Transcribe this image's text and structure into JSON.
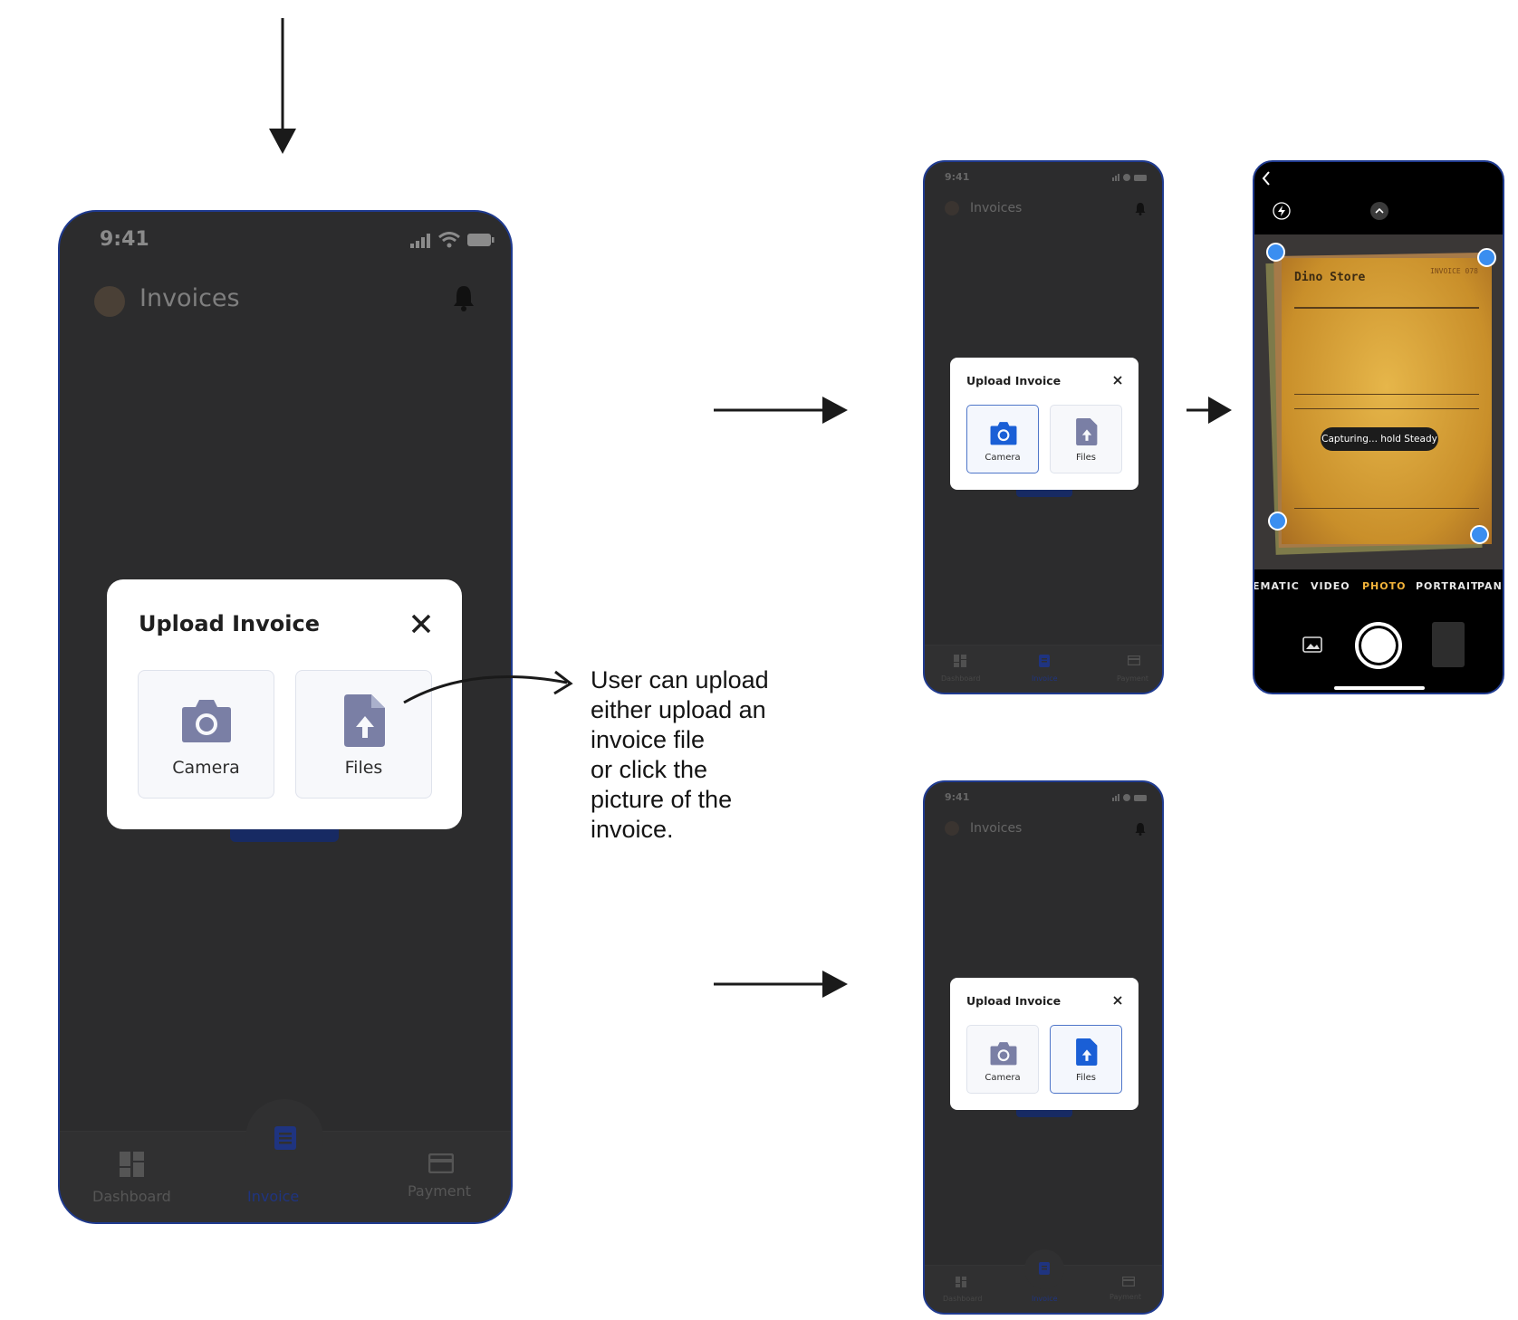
{
  "status": {
    "time": "9:41"
  },
  "header": {
    "title": "Invoices"
  },
  "modal": {
    "title": "Upload Invoice",
    "camera_label": "Camera",
    "files_label": "Files"
  },
  "tabs": {
    "dashboard": "Dashboard",
    "invoice": "Invoice",
    "payment": "Payment"
  },
  "annotation": {
    "lines": [
      "User can upload",
      "either upload an",
      "invoice file",
      "or click the",
      "picture of the",
      "invoice."
    ]
  },
  "camera": {
    "toast": "Capturing... hold Steady",
    "modes": [
      "EMATIC",
      "VIDEO",
      "PHOTO",
      "PORTRAIT",
      "PANO"
    ],
    "active_mode": "PHOTO",
    "document": {
      "store": "Dino Store",
      "heading": "INVOICE 078"
    }
  },
  "colors": {
    "phone_bg": "#2c2c2d",
    "frame": "#1f3a8f",
    "accent": "#4f76c9",
    "icon": "#7a7fa5",
    "selected_icon": "#1a5fd6",
    "mode_active": "#f2b33a",
    "handle": "#3a8ef0"
  }
}
